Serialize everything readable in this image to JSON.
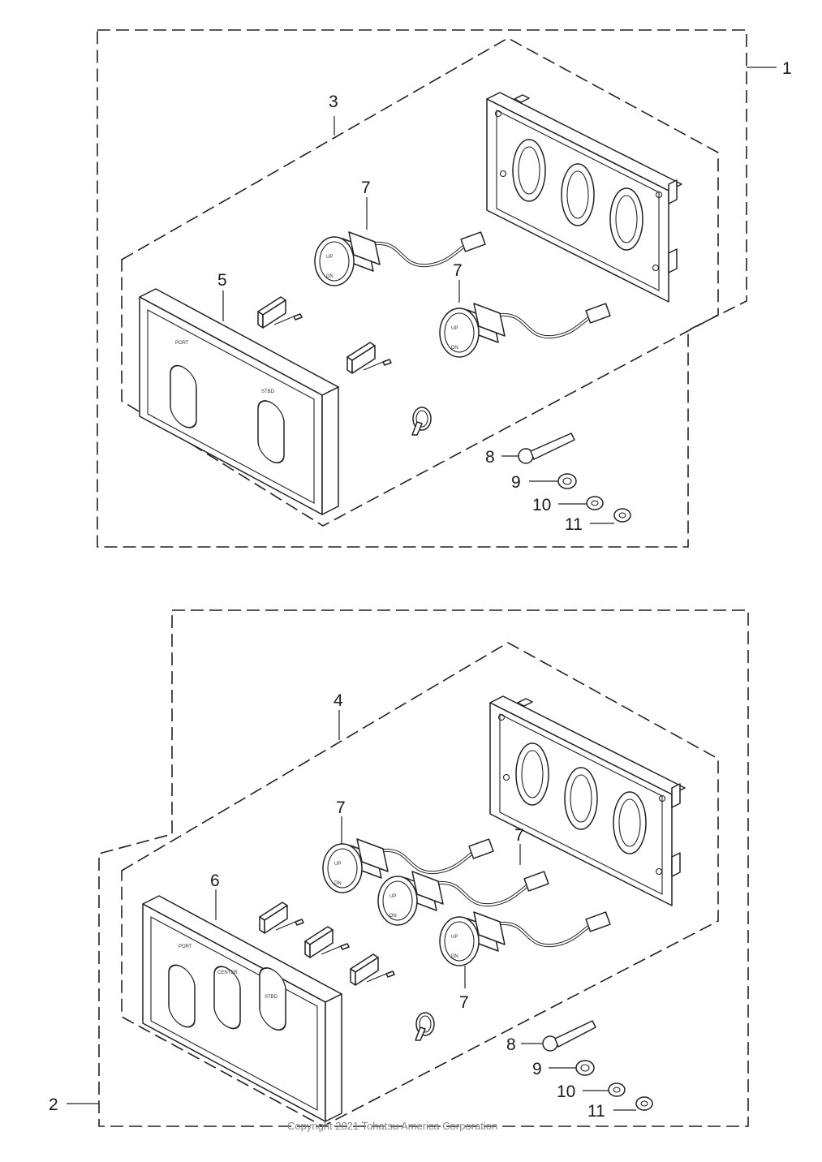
{
  "assemblies": [
    {
      "id": "upper",
      "callouts": {
        "assembly": "1",
        "kit": "3",
        "panel": "5",
        "switch_a": "7",
        "switch_b": "7",
        "bolt": "8",
        "nut": "9",
        "washer_a": "10",
        "washer_b": "11"
      },
      "panel_labels": {
        "port": "PORT",
        "stbd": "STBD"
      },
      "switch_labels": {
        "up": "UP",
        "dn": "DN"
      }
    },
    {
      "id": "lower",
      "callouts": {
        "assembly": "2",
        "kit": "4",
        "panel": "6",
        "switch_a": "7",
        "switch_b": "7",
        "switch_c": "7",
        "bolt": "8",
        "nut": "9",
        "washer_a": "10",
        "washer_b": "11"
      },
      "panel_labels": {
        "port": "PORT",
        "center": "CENTER",
        "stbd": "STBD"
      },
      "switch_labels": {
        "up": "UP",
        "dn": "DN"
      }
    }
  ],
  "copyright": "Copyright 2021 Tohatsu America Corporation"
}
